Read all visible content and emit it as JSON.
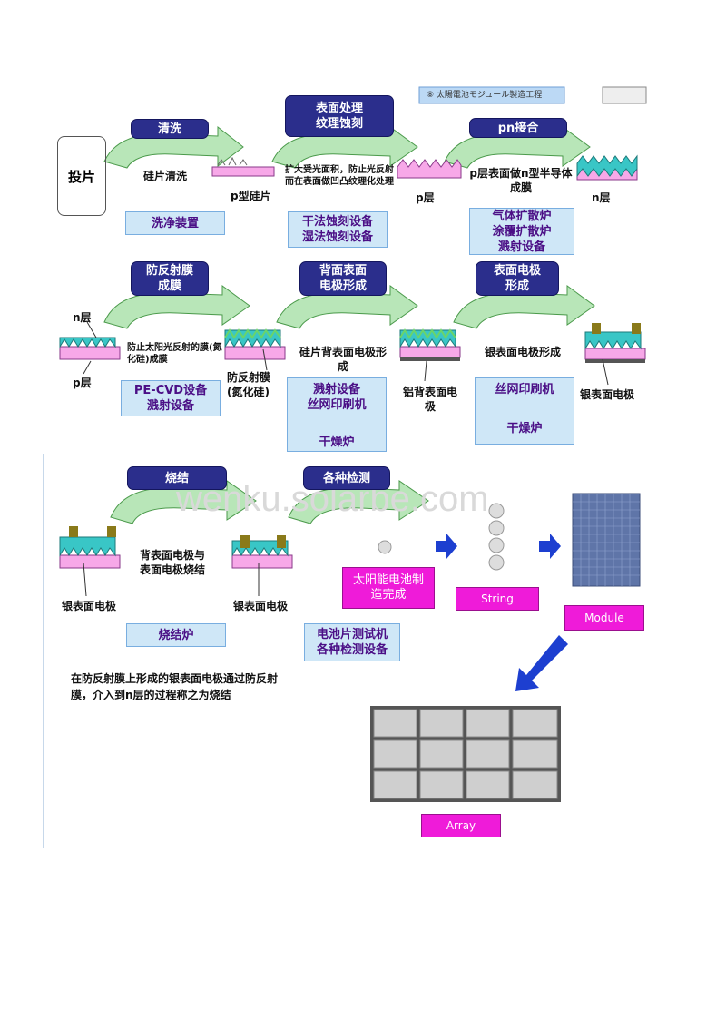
{
  "header_fragment": "⑧ 太陽電池モジュール製造工程",
  "watermark": "wenku.solarbe.com",
  "steps": {
    "start": "投片",
    "clean": "清洗",
    "clean_desc": "硅片清洗",
    "clean_wafer": "p型硅片",
    "clean_equip": "洗净装置",
    "texture_line1": "表面处理",
    "texture_line2": "纹理蚀刻",
    "texture_desc": "扩大受光面积，防止光反射而在表面做凹凸纹理化处理",
    "texture_p": "p层",
    "texture_equip1": "干法蚀刻设备",
    "texture_equip2": "湿法蚀刻设备",
    "pn": "pn接合",
    "pn_desc": "p层表面做n型半导体成膜",
    "pn_n": "n层",
    "pn_equip1": "气体扩散炉",
    "pn_equip2": "涂覆扩散炉",
    "pn_equip3": "溅射设备",
    "arc_line1": "防反射膜",
    "arc_line2": "成膜",
    "arc_n": "n层",
    "arc_p": "p层",
    "arc_desc": "防止太阳光反射的膜(氮化硅)成膜",
    "arc_film": "防反射膜(氮化硅)",
    "arc_equip1": "PE-CVD设备",
    "arc_equip2": "溅射设备",
    "back_line1": "背面表面",
    "back_line2": "电极形成",
    "back_desc": "硅片背表面电极形成",
    "back_equip1": "溅射设备",
    "back_equip2": "丝网印刷机",
    "back_equip3": "干燥炉",
    "back_al": "铝背表面电极",
    "front_line1": "表面电极",
    "front_line2": "形成",
    "front_desc": "银表面电极形成",
    "front_equip1": "丝网印刷机",
    "front_equip2": "干燥炉",
    "front_ag": "银表面电极",
    "fire": "烧结",
    "fire_desc": "背表面电极与表面电极烧结",
    "fire_ag_left": "银表面电极",
    "fire_ag_right": "银表面电极",
    "fire_equip": "烧结炉",
    "fire_note": "在防反射膜上形成的银表面电极通过防反射膜，介入到n层的过程称之为烧结",
    "test": "各种检测",
    "cell_done": "太阳能电池制造完成",
    "test_equip1": "电池片测试机",
    "test_equip2": "各种检测设备",
    "string": "String",
    "module": "Module",
    "array": "Array"
  },
  "colors": {
    "navy": "#2b2e8c",
    "equip_bg": "#cfe7f7",
    "magenta": "#ef1bd9",
    "arrow_green": "#b8e6b8",
    "pink": "#f7a8e8",
    "teal": "#39c6c6",
    "orange": "#ff9b2f",
    "blue_arrow": "#1d3fd0"
  }
}
